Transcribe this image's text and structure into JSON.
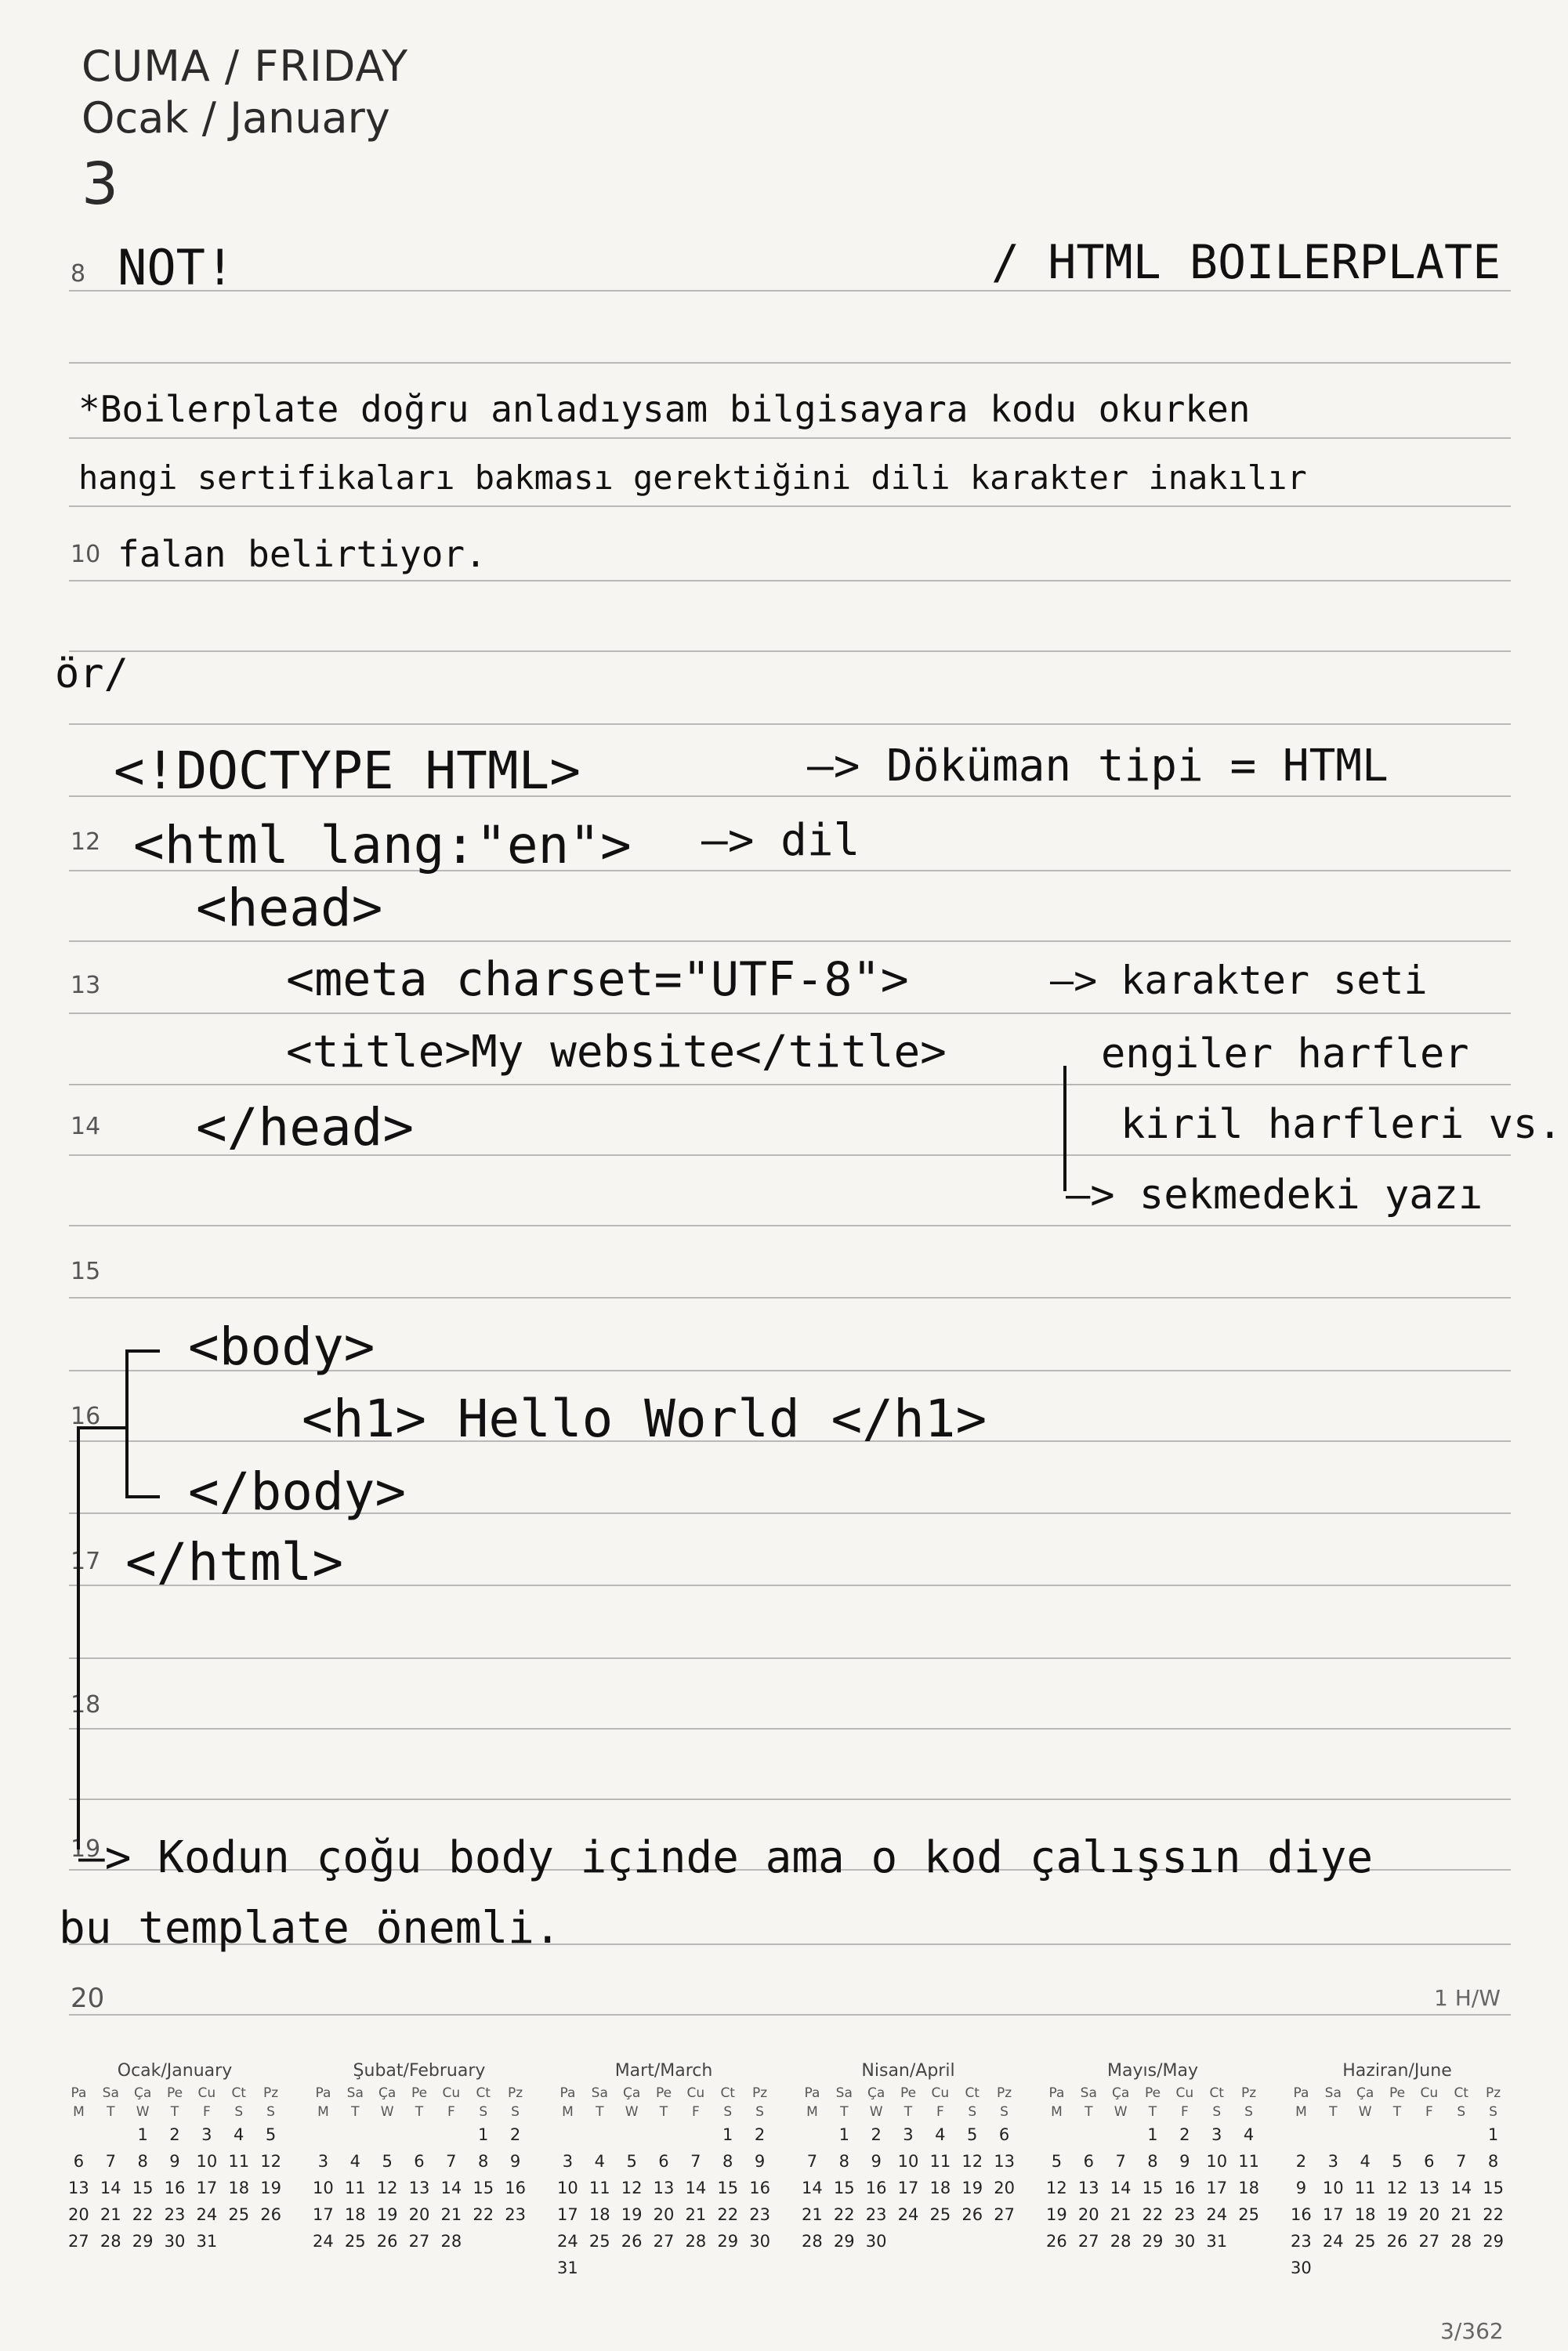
{
  "header": {
    "day": "CUMA / FRIDAY",
    "month": "Ocak / January",
    "date": "3"
  },
  "hours": [
    "8",
    "10",
    "12",
    "13",
    "14",
    "15",
    "16",
    "17",
    "18",
    "19",
    "20"
  ],
  "notes": {
    "title_left": "NOT!",
    "title_right": "/ HTML BOILERPLATE",
    "line1": "*Boilerplate doğru anladıysam bilgisayara kodu okurken",
    "line2": "hangi sertifikaları bakması gerektiğini dili karakter inakılır",
    "line3": "falan belirtiyor.",
    "mark": "ör/",
    "code": {
      "doctype": "<!DOCTYPE HTML>",
      "doctype_note": "—> Döküman tipi = HTML",
      "html_open": "<html lang:\"en\">",
      "html_note": "—> dil",
      "head_open": "<head>",
      "meta": "<meta charset=\"UTF-8\">",
      "meta_note": "—> karakter seti",
      "title": "<title>My website</title>",
      "note_eng": "engiler harfler",
      "note_kiril": "kiril harfleri vs.",
      "note_tab": "—> sekmedeki yazı",
      "head_close": "</head>",
      "body_open": "<body>",
      "h1": "<h1> Hello World </h1>",
      "body_close": "</body>",
      "html_close": "</html>"
    },
    "footer1": "—> Kodun çoğu body içinde ama o kod çalışsın diye",
    "footer2": "bu template önemli."
  },
  "page_info": {
    "week": "1 H/W",
    "count": "3/362"
  },
  "calendar": [
    {
      "title": "Ocak/January",
      "offset": 2,
      "days": 31
    },
    {
      "title": "Şubat/February",
      "offset": 5,
      "days": 28
    },
    {
      "title": "Mart/March",
      "offset": 5,
      "days": 31
    },
    {
      "title": "Nisan/April",
      "offset": 1,
      "days": 30
    },
    {
      "title": "Mayıs/May",
      "offset": 3,
      "days": 31
    },
    {
      "title": "Haziran/June",
      "offset": 6,
      "days": 30
    }
  ],
  "calendar_heads_tr": [
    "Pa",
    "Sa",
    "Ça",
    "Pe",
    "Cu",
    "Ct",
    "Pz"
  ],
  "calendar_heads_en": [
    "M",
    "T",
    "W",
    "T",
    "F",
    "S",
    "S"
  ]
}
